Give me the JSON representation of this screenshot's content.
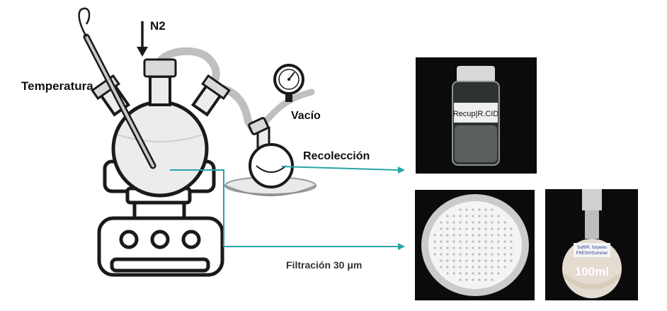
{
  "labels": {
    "n2": "N2",
    "temperature": "Temperatura",
    "vacuum": "Vacío",
    "collection": "Recolección",
    "filtration": "Filtración 30 μm"
  },
  "photos": {
    "vial_label": "Recup|R.CID",
    "flask_volume": "100ml",
    "flask_note_line1": "Sulfi/R. forpeles",
    "flask_note_line2": "FRESH/Summer"
  },
  "colors": {
    "arrow": "#2aa3a8",
    "outline": "#1a1a1a",
    "tubing": "#bfbfbf",
    "flask_fill": "#ececec",
    "photo_background": "#0b0b0b"
  },
  "icons": [
    "n2-inlet-arrow-icon",
    "thermometer-probe-icon",
    "vacuum-gauge-icon",
    "three-neck-flask-icon",
    "collection-flask-icon",
    "hot-plate-stirrer-icon"
  ]
}
